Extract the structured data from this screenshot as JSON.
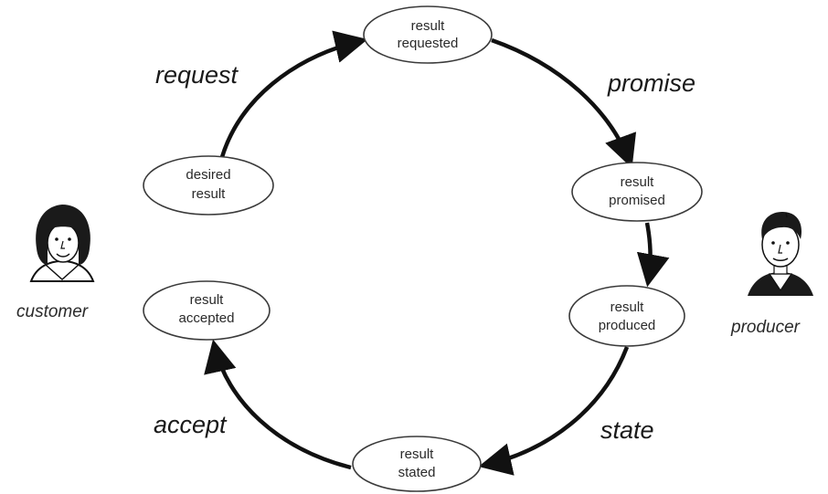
{
  "states": {
    "result_requested": [
      "result",
      "requested"
    ],
    "result_promised": [
      "result",
      "promised"
    ],
    "result_produced": [
      "result",
      "produced"
    ],
    "result_stated": [
      "result",
      "stated"
    ],
    "result_accepted": [
      "result",
      "accepted"
    ],
    "desired_result": [
      "desired",
      "result"
    ]
  },
  "actions": {
    "request": "request",
    "promise": "promise",
    "state": "state",
    "accept": "accept"
  },
  "actors": {
    "customer": "customer",
    "producer": "producer"
  },
  "colors": {
    "line": "#111111",
    "node_stroke": "#3a3a3a",
    "text": "#2a2a2a"
  }
}
